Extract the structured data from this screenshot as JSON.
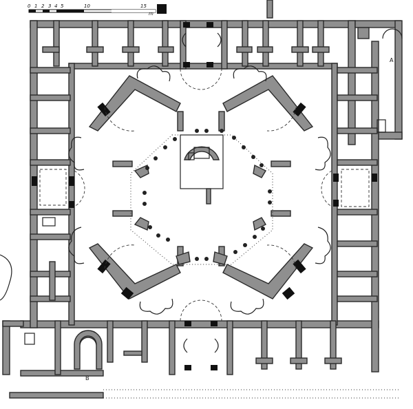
{
  "scale_bar": {
    "ticks": [
      "0",
      "1",
      "2",
      "3",
      "4",
      "5",
      "10",
      "15"
    ],
    "unit": "m"
  },
  "labels": {
    "room_a": "A",
    "room_b": "B"
  },
  "colors": {
    "wall_fill": "#8f8f8f",
    "wall_stroke": "#2a2a2a",
    "pier": "#111111",
    "background": "#ffffff"
  }
}
